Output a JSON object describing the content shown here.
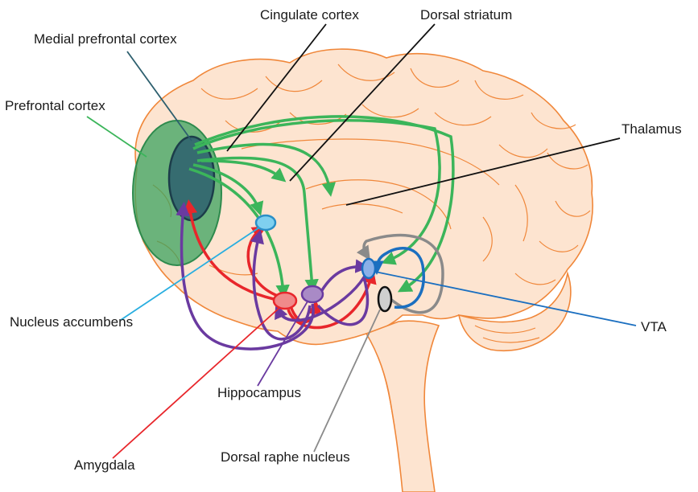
{
  "labels": {
    "cingulate_cortex": "Cingulate cortex",
    "dorsal_striatum": "Dorsal striatum",
    "medial_prefrontal_cortex": "Medial prefrontal cortex",
    "prefrontal_cortex": "Prefrontal cortex",
    "thalamus": "Thalamus",
    "nucleus_accumbens": "Nucleus accumbens",
    "vta": "VTA",
    "hippocampus": "Hippocampus",
    "amygdala": "Amygdala",
    "dorsal_raphe_nucleus": "Dorsal raphe nucleus"
  },
  "colors": {
    "brain_outline": "#f0873a",
    "brain_fill": "#fde4d0",
    "prefrontal": "#3aa35f",
    "medial_prefrontal": "#2d5f6e",
    "pathway_green": "#3bb55a",
    "pathway_red": "#e8262b",
    "pathway_purple": "#6a3aa0",
    "pathway_blue": "#1b6fc0",
    "pathway_grey": "#8a8a8a",
    "nucleus_accumbens": "#7fd0ef",
    "hippocampus": "#a98ac6",
    "amygdala": "#f08a8a",
    "vta": "#8ab0e8",
    "dorsal_raphe": "#cfcfcf"
  }
}
